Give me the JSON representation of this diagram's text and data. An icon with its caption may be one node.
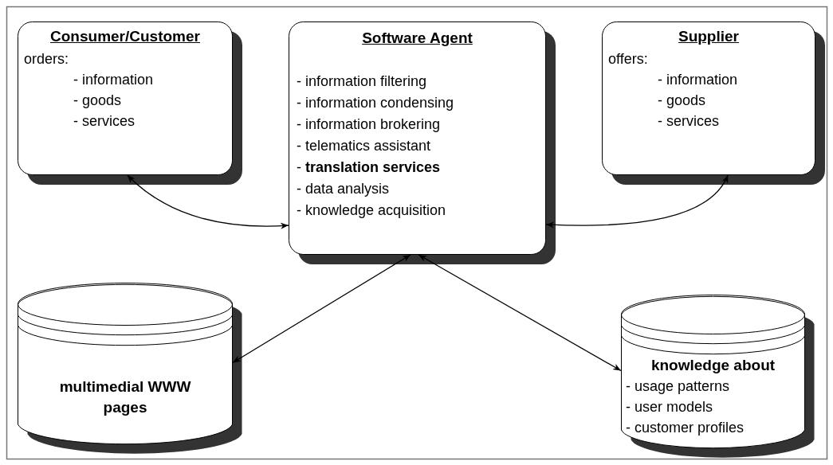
{
  "diagram": {
    "nodes": [
      {
        "text": [
          "Consumer/Customer",
          "orders:",
          "- information",
          "- goods",
          "- services"
        ]
      },
      {
        "text": [
          "Software Agent",
          "- information filtering",
          "- information condensing",
          "- information brokering",
          "- telematics assistant",
          "- **translation services**",
          "- data analysis",
          "- knowledge acquisition"
        ]
      },
      {
        "text": [
          "Supplier",
          "offers:",
          "- information",
          "- goods",
          "- services"
        ]
      },
      {
        "text": [
          "multimedial WWW pages"
        ]
      },
      {
        "text": [
          "knowledge about",
          "- usage patterns",
          "- user models",
          "- customer profiles"
        ]
      }
    ],
    "edges": [
      {
        "from": 0,
        "to": 1,
        "arrow": "both"
      },
      {
        "from": 2,
        "to": 1,
        "arrow": "both"
      },
      {
        "from": 1,
        "to": 3,
        "arrow": "both"
      },
      {
        "from": 1,
        "to": 4,
        "arrow": "both"
      }
    ]
  }
}
